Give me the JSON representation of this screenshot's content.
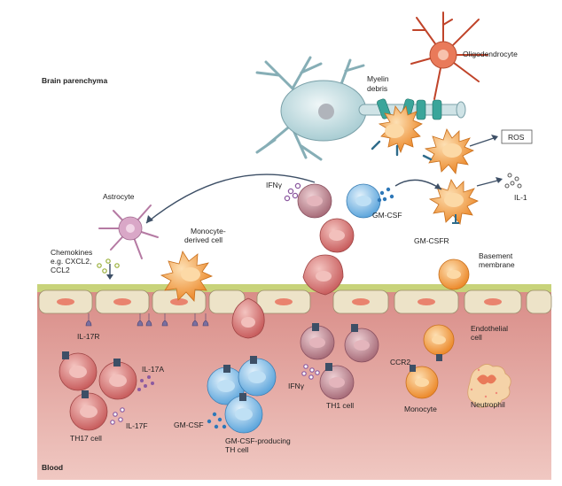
{
  "regions": {
    "top": "Brain parenchyma",
    "bottom": "Blood"
  },
  "labels": {
    "oligodendrocyte": "Oligodendrocyte",
    "myelin_debris_1": "Myelin",
    "myelin_debris_2": "debris",
    "ros": "ROS",
    "il1": "IL-1",
    "gmcsfr": "GM-CSFR",
    "ifng_top": "IFNγ",
    "gmcsf_top": "GM-CSF",
    "astrocyte": "Astrocyte",
    "monocyte_derived_1": "Monocyte-",
    "monocyte_derived_2": "derived cell",
    "chemokines_1": "Chemokines",
    "chemokines_2": "e.g. CXCL2,",
    "chemokines_3": "CCL2",
    "basement_1": "Basement",
    "basement_2": "membrane",
    "endothelial_1": "Endothelial",
    "endothelial_2": "cell",
    "il17r": "IL-17R",
    "il17a": "IL-17A",
    "il17f": "IL-17F",
    "th17": "TH17 cell",
    "ifng_bottom": "IFNγ",
    "th1": "TH1 cell",
    "ccr2": "CCR2",
    "monocyte": "Monocyte",
    "neutrophil": "Neutrophil",
    "gmcsf_bottom": "GM-CSF",
    "gmcsf_producing_1": "GM-CSF-producing",
    "gmcsf_producing_2": "TH cell"
  },
  "colors": {
    "parenchyma": "#ffffff",
    "blood": "#e3a4a0",
    "basement": "#c8d37a",
    "endothelium": "#ede3c8",
    "neuron": "#cfe3e6",
    "oligodendrocyte": "#e97a5a",
    "macrophage": "#f2a04a",
    "tcell_red": "#d87c7c",
    "tcell_pink": "#c9919a",
    "tcell_blue": "#8cc4ea",
    "astrocyte": "#d9a7c7",
    "cytokine_blue": "#2e78b8",
    "cytokine_purple": "#8c5aa0",
    "receptor": "#2e6b8a",
    "myelin": "#3aa59a"
  }
}
